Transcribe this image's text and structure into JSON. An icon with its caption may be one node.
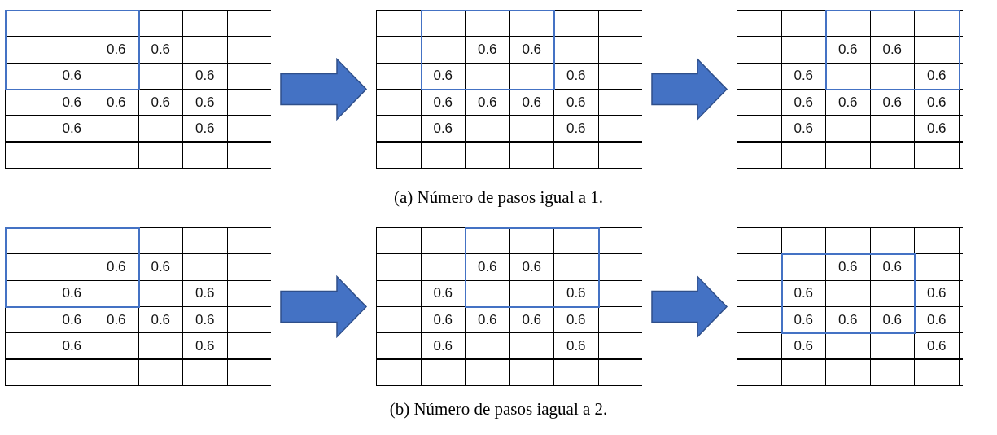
{
  "diagram": {
    "nodes": [
      {
        "text": [
          "0.6",
          "0.6",
          "0.6",
          "0.6",
          "0.6",
          "0.6",
          "0.6",
          "0.6",
          "0.6",
          "0.6"
        ]
      },
      {
        "text": [
          "0.6",
          "0.6",
          "0.6",
          "0.6",
          "0.6",
          "0.6",
          "0.6",
          "0.6",
          "0.6",
          "0.6"
        ]
      },
      {
        "text": [
          "0.6",
          "0.6",
          "0.6",
          "0.6",
          "0.6",
          "0.6",
          "0.6",
          "0.6",
          "0.6",
          "0.6"
        ]
      },
      {
        "text": [
          "0.6",
          "0.6",
          "0.6",
          "0.6",
          "0.6",
          "0.6",
          "0.6",
          "0.6",
          "0.6",
          "0.6"
        ]
      },
      {
        "text": [
          "0.6",
          "0.6",
          "0.6",
          "0.6",
          "0.6",
          "0.6",
          "0.6",
          "0.6",
          "0.6",
          "0.6"
        ]
      },
      {
        "text": [
          "0.6",
          "0.6",
          "0.6",
          "0.6",
          "0.6",
          "0.6",
          "0.6",
          "0.6",
          "0.6",
          "0.6"
        ]
      }
    ],
    "edges": [
      {
        "from": 0,
        "to": 1,
        "arrow": "to",
        "style": "thick"
      },
      {
        "from": 1,
        "to": 2,
        "arrow": "to",
        "style": "thick"
      },
      {
        "from": 3,
        "to": 4,
        "arrow": "to",
        "style": "thick"
      },
      {
        "from": 4,
        "to": 5,
        "arrow": "to",
        "style": "thick"
      }
    ],
    "labels": [
      "(a) Número de pasos igual a 1.",
      "(b) Número de pasos iagual a 2."
    ]
  }
}
